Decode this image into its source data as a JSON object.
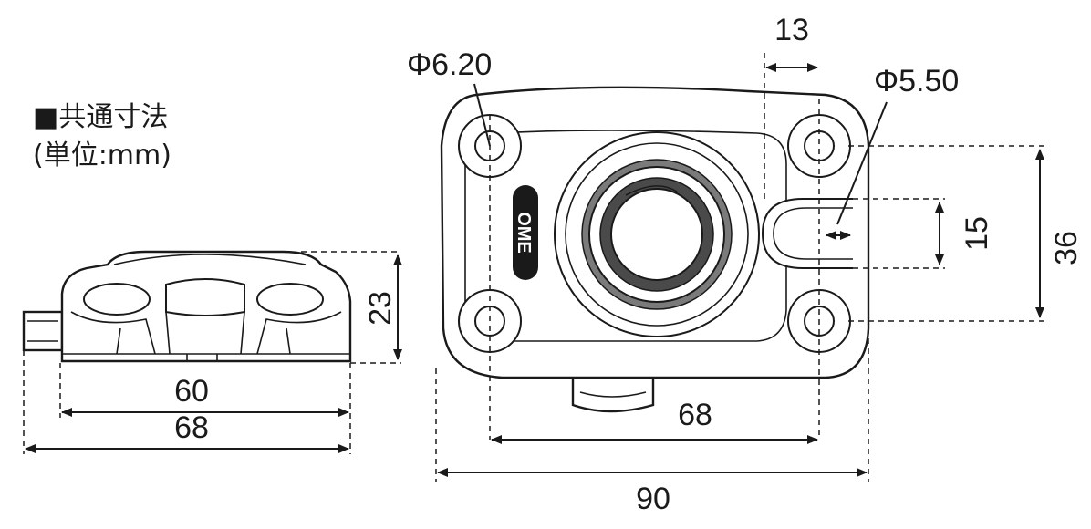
{
  "note": {
    "title": "■共通寸法",
    "unit": "(単位:mm)"
  },
  "side_view": {
    "height": "23",
    "inner_width": "60",
    "outer_width": "68"
  },
  "top_view": {
    "hole_diameter_left": "Φ6.20",
    "slot_offset": "13",
    "slot_diameter": "Φ5.50",
    "slot_width": "15",
    "mount_height": "36",
    "hole_spacing": "68",
    "overall_width": "90",
    "badge_text": "OME"
  }
}
